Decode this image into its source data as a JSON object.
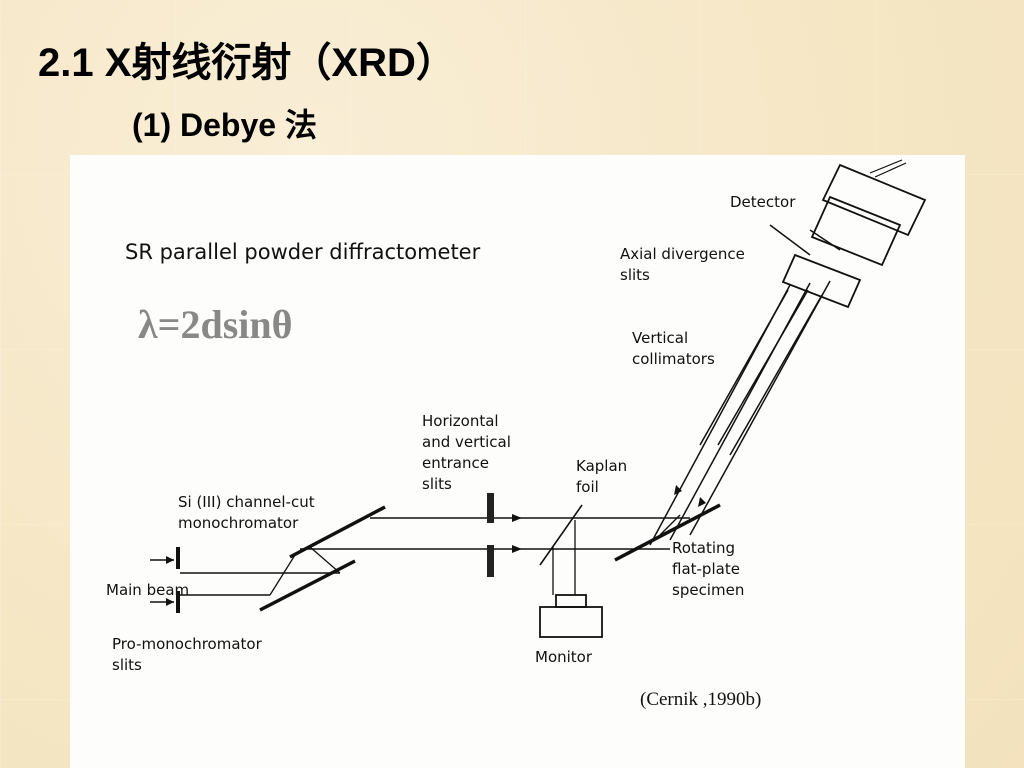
{
  "slide": {
    "title": "2.1 X射线衍射（XRD）",
    "subtitle": "(1) Debye 法"
  },
  "diagram": {
    "heading": "SR parallel powder diffractometer",
    "formula": "λ=2dsinθ",
    "citation": "(Cernik ,1990b)",
    "labels": {
      "detector": "Detector",
      "axial_1": "Axial divergence",
      "axial_2": "slits",
      "vertical_1": "Vertical",
      "vertical_2": "collimators",
      "horizontal_1": "Horizontal",
      "horizontal_2": "and vertical",
      "horizontal_3": "entrance",
      "horizontal_4": "slits",
      "kaplan_1": "Kaplan",
      "kaplan_2": "foil",
      "si_1": "Si (III) channel-cut",
      "si_2": "monochromator",
      "main_beam": "Main beam",
      "pro_1": "Pro-monochromator",
      "pro_2": "slits",
      "monitor": "Monitor",
      "rotating_1": "Rotating",
      "rotating_2": "flat-plate",
      "rotating_3": "specimen"
    }
  }
}
